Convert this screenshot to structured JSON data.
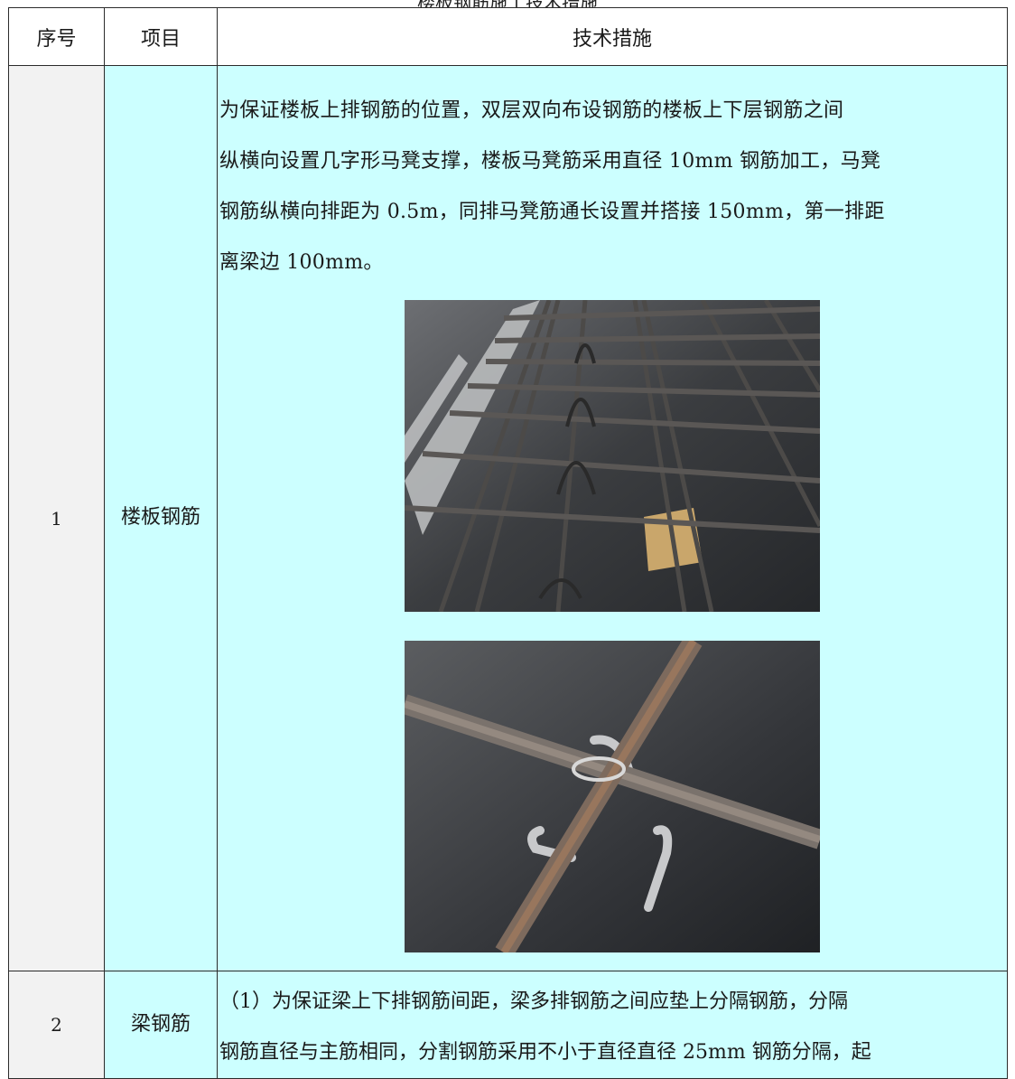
{
  "table_caption": "楼板钢筋施工技术措施",
  "columns": [
    "序号",
    "项目",
    "技术措施"
  ],
  "rows": [
    {
      "no": "1",
      "item": "楼板钢筋",
      "lines": [
        "为保证楼板上排钢筋的位置，双层双向布设钢筋的楼板上下层钢筋之间",
        "纵横向设置几字形马凳支撑，楼板马凳筋采用直径 10mm 钢筋加工，马凳",
        "钢筋纵横向排距为 0.5m，同排马凳筋通长设置并搭接 150mm，第一排距",
        "离梁边 100mm。"
      ]
    },
    {
      "no": "2",
      "item": "梁钢筋",
      "lines": [
        "（1）为保证梁上下排钢筋间距，梁多排钢筋之间应垫上分隔钢筋，分隔",
        "钢筋直径与主筋相同，分割钢筋采用不小于直径直径 25mm 钢筋分隔，起"
      ]
    }
  ],
  "colors": {
    "highlight_cell": "#ccffff",
    "number_cell": "#f2f2f2",
    "border": "#2b2b2b"
  }
}
